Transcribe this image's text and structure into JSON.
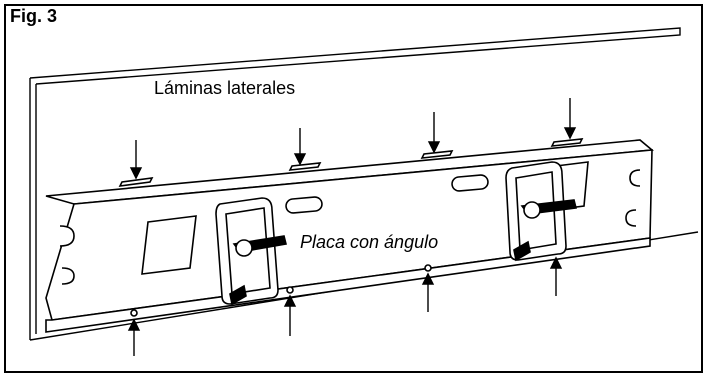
{
  "figure": {
    "label": "Fig. 3"
  },
  "callouts": {
    "side_plates": "Láminas laterales",
    "angle_plate": "Placa con ángulo"
  }
}
